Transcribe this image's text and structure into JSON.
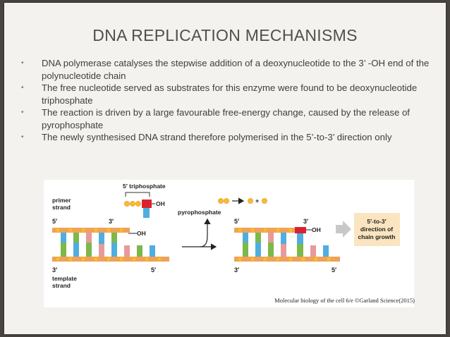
{
  "slide": {
    "title": "DNA REPLICATION MECHANISMS",
    "bullets": [
      "DNA polymerase catalyses the stepwise addition of a deoxynucleotide to the 3’ -OH end of the polynucleotide chain",
      "The free nucleotide served as substrates for this enzyme were found to be deoxynucleotide triphosphate",
      "The reaction is driven by a large favourable free-energy change, caused by the release of pyrophosphate",
      "The newly synthesised DNA strand therefore polymerised in the 5’-to-3’ direction only"
    ],
    "bullet_glyph": "•"
  },
  "figure": {
    "triphosphate_label": "5′ triphosphate",
    "oh_label": "OH",
    "primer_label_1": "primer",
    "primer_label_2": "strand",
    "five_prime": "5′",
    "three_prime": "3′",
    "pyrophosphate_label": "pyrophosphate",
    "template_label_1": "template",
    "template_label_2": "strand",
    "direction_line1": "5′-to-3′",
    "direction_line2": "direction of",
    "direction_line3": "chain growth",
    "colors": {
      "backbone": "#f0a15a",
      "phosphate": "#f3c21c",
      "base_blue": "#4faede",
      "base_green": "#7cb84a",
      "base_pink": "#e89a9a",
      "incoming_red": "#d8232f",
      "arrow_gray": "#c8c8c8",
      "direction_box": "#fbe4c0"
    }
  },
  "caption": "Molecular biology of the cell 6/e ©Garland Science(2015)"
}
